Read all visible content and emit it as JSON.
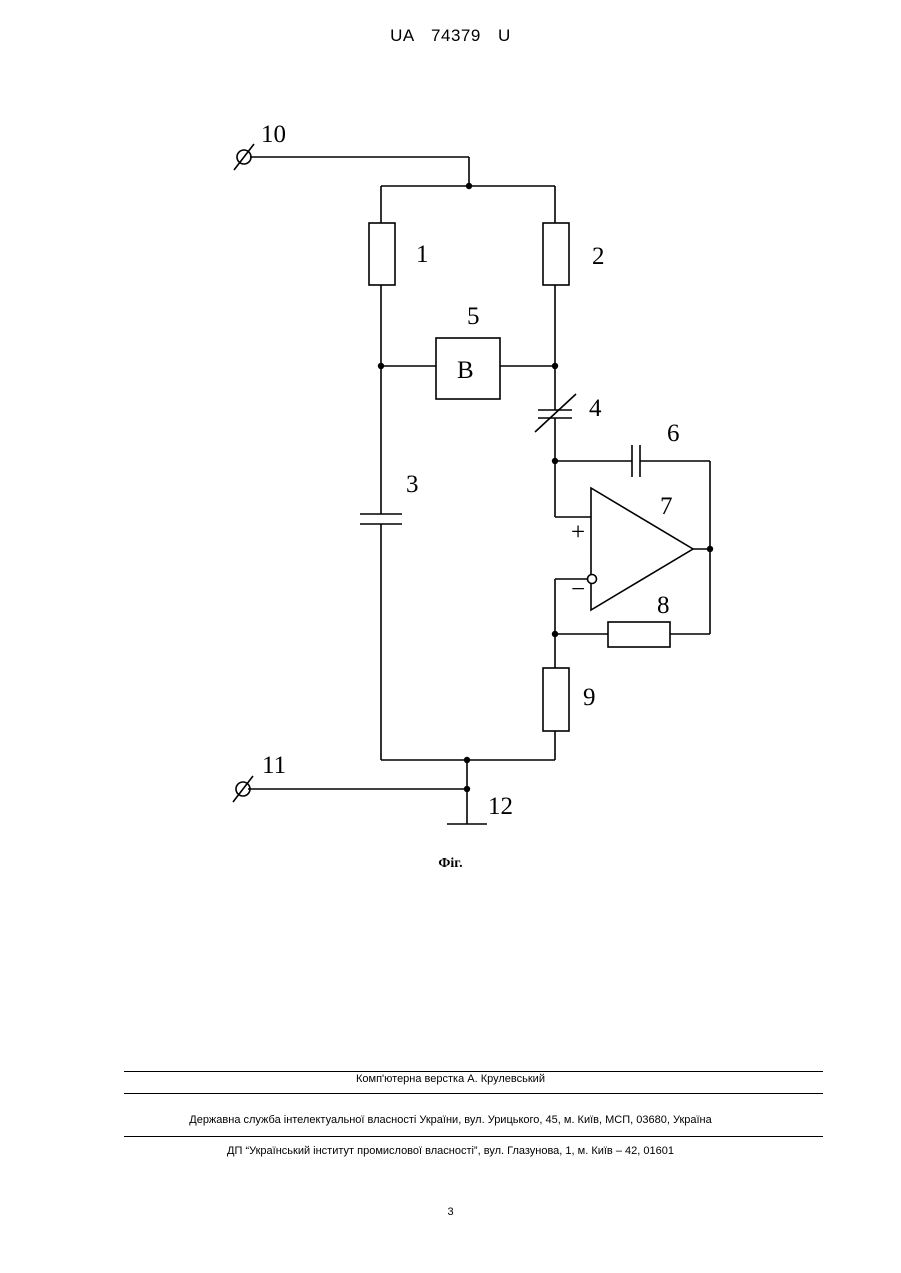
{
  "header": {
    "doc_number": "UA   74379   U"
  },
  "figure": {
    "caption": "Фіг.",
    "labels": {
      "l1": "1",
      "l2": "2",
      "l3": "3",
      "l4": "4",
      "l5": "5",
      "l6": "6",
      "l7": "7",
      "l8": "8",
      "l9": "9",
      "l10": "10",
      "l11": "11",
      "l12": "12",
      "block_b": "B",
      "plus": "+",
      "minus": "−"
    }
  },
  "footer": {
    "line1": "Комп'ютерна верстка А. Крулевський",
    "line2": "Державна служба інтелектуальної власності України, вул. Урицького, 45, м. Київ, МСП, 03680, Україна",
    "line3": "ДП “Український інститут промислової власності”, вул. Глазунова, 1, м. Київ – 42, 01601"
  },
  "page_number": "3"
}
